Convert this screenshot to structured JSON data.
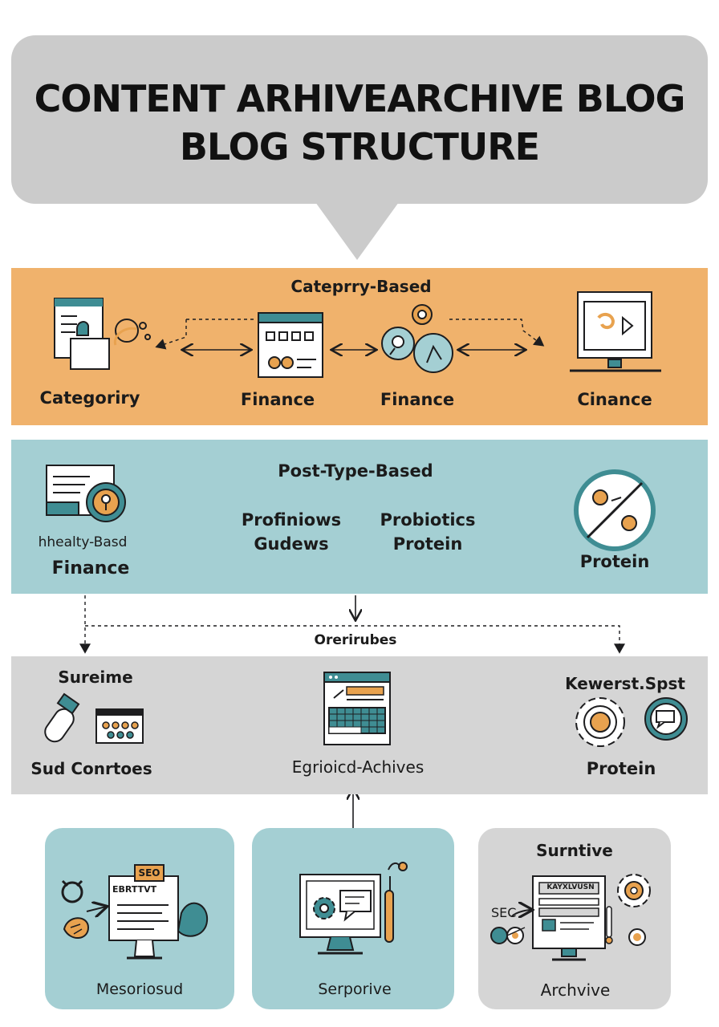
{
  "title": {
    "line1": "CONTENT ARHIVEARCHIVE BLOG",
    "line2": "BLOG STRUCTURE"
  },
  "category_band": {
    "heading": "Cateprry-Based",
    "items": [
      "Categoriry",
      "Finance",
      "Finance",
      "Cinance"
    ]
  },
  "post_type_band": {
    "heading": "Post-Type-Based",
    "left_label_1": "hhealty-Basd",
    "left_label_2": "Finance",
    "middle_left_1": "Profiniows",
    "middle_left_2": "Gudews",
    "middle_right_1": "Probiotics",
    "middle_right_2": "Protein",
    "right_label": "Protein"
  },
  "overview_label": "Orerirubes",
  "archive_band": {
    "left_title": "Sureime",
    "left_caption": "Sud Conrtoes",
    "center_caption": "Egrioicd-Achives",
    "right_title": "Kewerst.Spst",
    "right_caption": "Protein"
  },
  "cards": {
    "card1": {
      "caption": "Mesoriosud",
      "badge": "SEO",
      "doc_heading": "EBRTTVT"
    },
    "card2": {
      "caption": "Serporive"
    },
    "card3": {
      "title": "Surntive",
      "caption": "Archvive",
      "seo_text": "SEC",
      "screen_heading": "KAYXLVUSN"
    }
  },
  "icons": {
    "category_left": "document-gear-icon",
    "category_center_left": "browser-window-icon",
    "category_center_right": "gear-magnifier-icon",
    "category_right": "monitor-play-icon",
    "post_left": "lightbulb-screen-icon",
    "post_right": "no-entry-circle-icon",
    "archive_left": "test-tube-icon",
    "archive_center": "calendar-window-icon",
    "archive_right": "gear-chat-icon"
  },
  "colors": {
    "orange": "#f0b26c",
    "teal": "#a4cfd3",
    "gray": "#d5d5d5",
    "ink": "#1d1d1f",
    "accent_orange": "#e8a24f",
    "accent_teal": "#3f8d93"
  }
}
